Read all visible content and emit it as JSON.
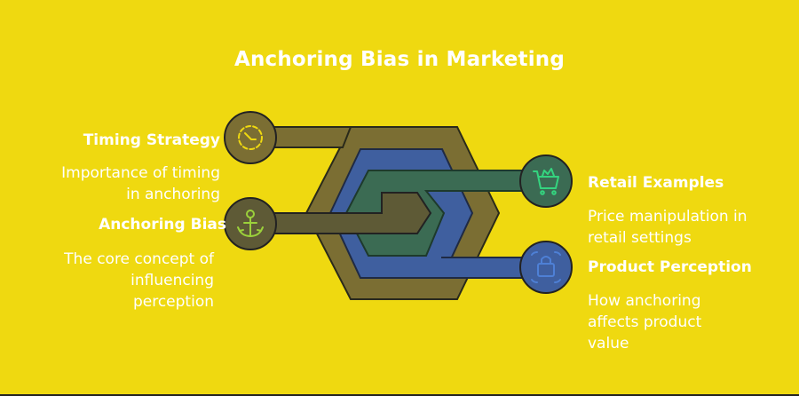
{
  "title": "Anchoring Bias in Marketing",
  "colors": {
    "background": "#efd910",
    "outer_band": "#7b6e33",
    "middle_band": "#3f5f9f",
    "inner_band": "#3b6b53",
    "text": "#ffffff",
    "icon_timing": "#efd910",
    "icon_anchor": "#9bd13b",
    "icon_cart": "#34d47f",
    "icon_lock": "#4e80d6"
  },
  "items": {
    "timing": {
      "title": "Timing Strategy",
      "desc_line1": "Importance of timing",
      "desc_line2": "in anchoring",
      "icon": "timer-icon"
    },
    "anchoring": {
      "title": "Anchoring Bias",
      "desc_line1": "The core concept of",
      "desc_line2": "influencing",
      "desc_line3": "perception",
      "icon": "anchor-icon"
    },
    "retail": {
      "title": "Retail Examples",
      "desc_line1": "Price manipulation in",
      "desc_line2": "retail settings",
      "icon": "shopping-cart-icon"
    },
    "product": {
      "title": "Product Perception",
      "desc_line1": "How anchoring",
      "desc_line2": "affects product",
      "desc_line3": "value",
      "icon": "shopping-bag-icon"
    }
  }
}
